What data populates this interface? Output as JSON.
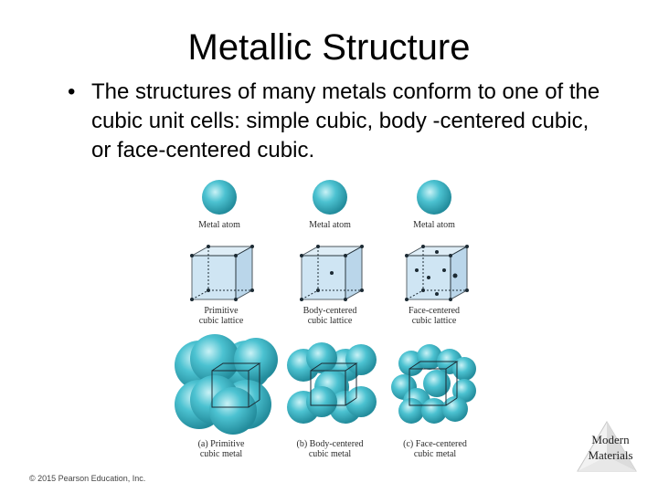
{
  "slide": {
    "title": "Metallic Structure",
    "bullet": "The structures of many metals conform to one of the cubic unit cells: simple cubic, body -centered cubic, or face-centered cubic."
  },
  "figure": {
    "atom_labels": [
      "Metal atom",
      "Metal atom",
      "Metal atom"
    ],
    "lattice_labels": [
      {
        "line1": "Primitive",
        "line2": "cubic lattice"
      },
      {
        "line1": "Body-centered",
        "line2": "cubic lattice"
      },
      {
        "line1": "Face-centered",
        "line2": "cubic lattice"
      }
    ],
    "metal_labels": [
      {
        "line1": "(a) Primitive",
        "line2": "cubic metal"
      },
      {
        "line1": "(b) Body-centered",
        "line2": "cubic metal"
      },
      {
        "line1": "(c) Face-centered",
        "line2": "cubic metal"
      }
    ],
    "colors": {
      "atom": "#3fb9c9",
      "cell_face": "#bcdbee",
      "edge": "#1c2a33"
    }
  },
  "footer": {
    "copyright": "© 2015 Pearson Education, Inc."
  },
  "badge": {
    "line1": "Modern",
    "line2": "Materials"
  }
}
